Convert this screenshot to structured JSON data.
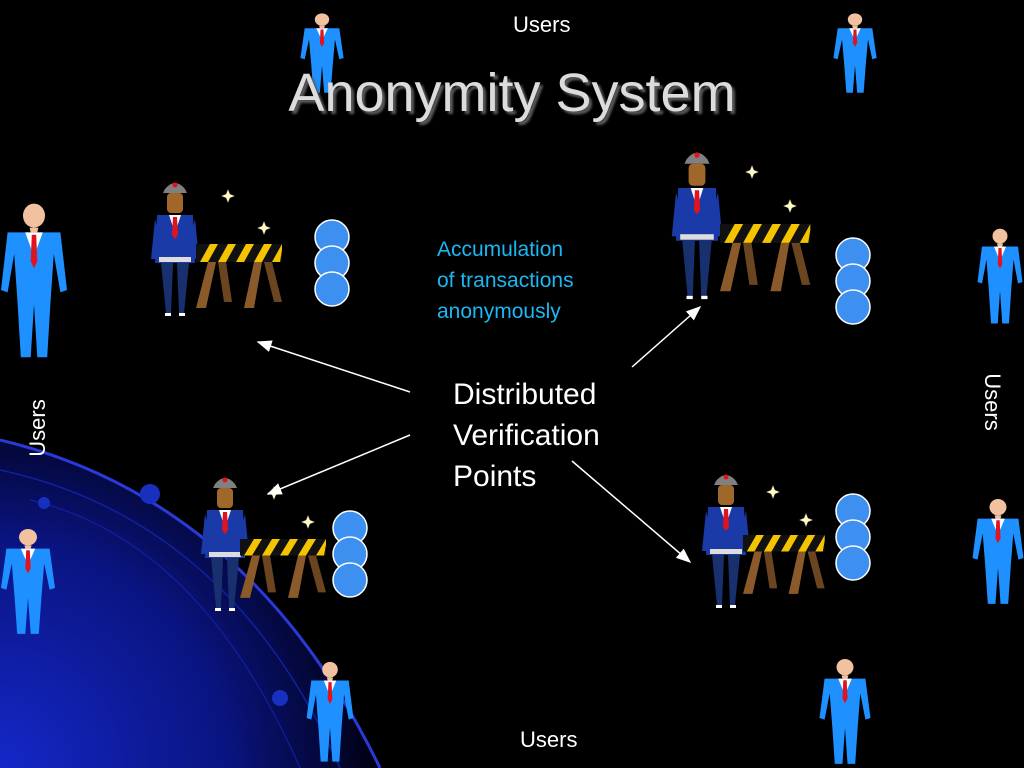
{
  "slide": {
    "title": "Anonymity System",
    "users_top": "Users",
    "users_bottom": "Users",
    "users_left": "Users",
    "users_right": "Users",
    "accumulation_lines": [
      "Accumulation",
      "of transactions",
      "anonymously"
    ],
    "verification_lines": [
      "Distributed",
      "Verification",
      "Points"
    ]
  },
  "colors": {
    "background": "#000000",
    "title": "#dcdcdc",
    "accent_text": "#1ab7f2",
    "user_suit": "#1e90ff",
    "coin": "#3d8ff0",
    "tie": "#e0141e"
  },
  "icons": [
    "user-figure-icon",
    "guard-figure-icon",
    "barricade-icon",
    "coin-stack-icon",
    "sparkle-icon",
    "arrow-icon"
  ]
}
